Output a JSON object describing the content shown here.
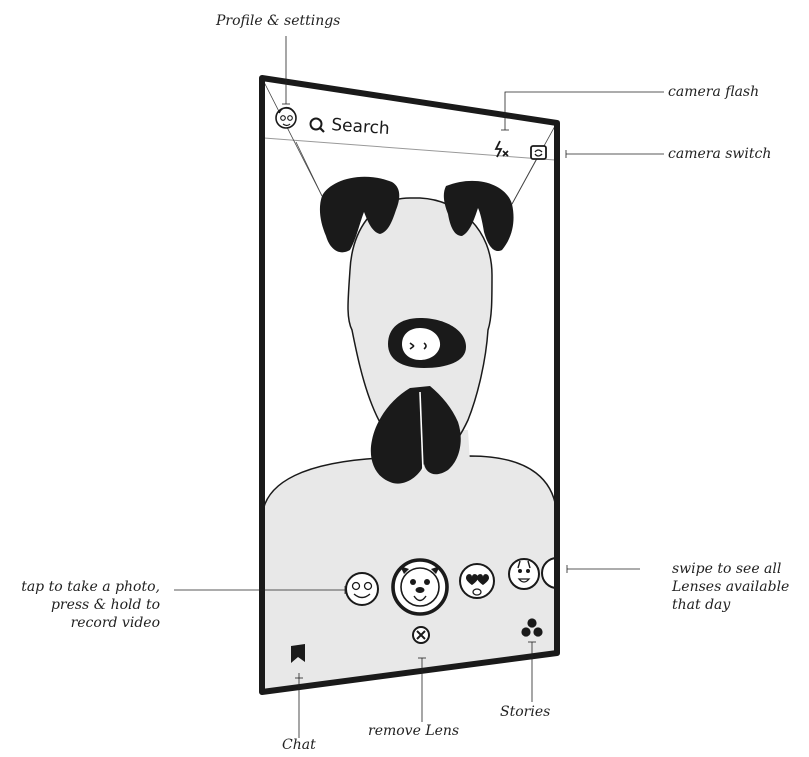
{
  "phone": {
    "search_label": "Search",
    "colors": {
      "frame": "#1a1a1a",
      "background": "#ffffff",
      "body_fill": "#e8e8e8",
      "accent": "#1a1a1a"
    },
    "icons": [
      "profile-avatar-icon",
      "search-icon",
      "camera-flash-icon",
      "camera-switch-icon",
      "chat-icon",
      "remove-lens-icon",
      "stories-icon"
    ],
    "lenses": [
      "smile-lens",
      "dog-lens-selected",
      "heart-eyes-lens",
      "bunny-lens",
      "partial-lens"
    ]
  },
  "annotations": {
    "profile": "Profile & settings",
    "flash": "camera flash",
    "switch": "camera switch",
    "capture": [
      "tap to take a photo,",
      "press & hold  to",
      "record video"
    ],
    "swipe": [
      "swipe to see all",
      "Lenses available",
      "that day"
    ],
    "chat": "Chat",
    "remove": "remove Lens",
    "stories": "Stories"
  }
}
